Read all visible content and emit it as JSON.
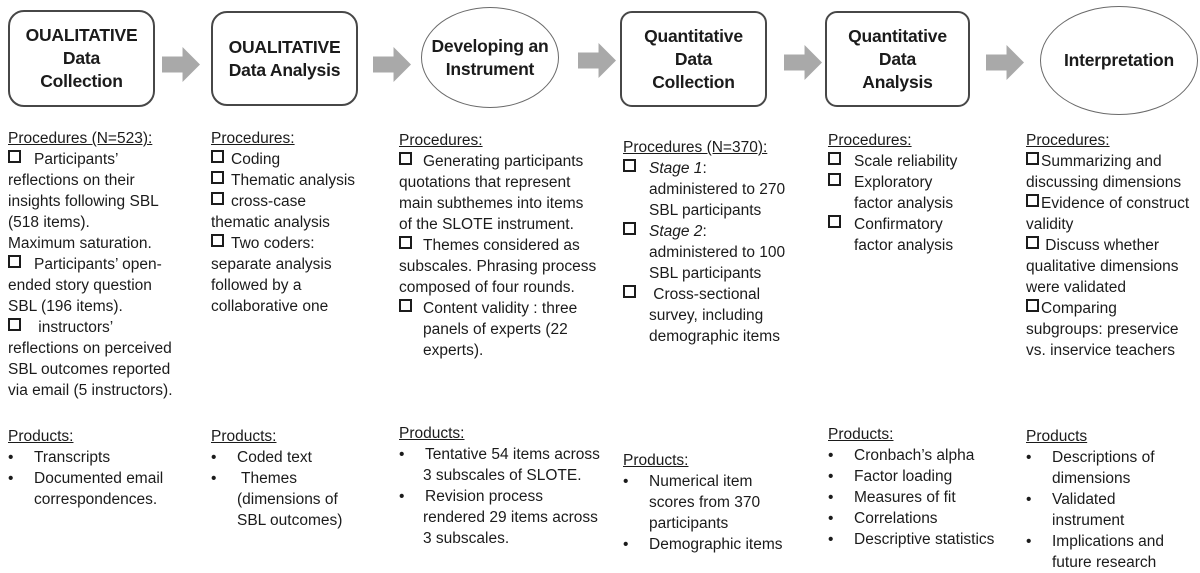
{
  "colors": {
    "arrow_gray": "#a9a9a9",
    "rect_border": "#474747",
    "ellipse_border": "#6a6a6a",
    "text": "#1b1b1b"
  },
  "stages": [
    {
      "title": "OUALITATIVE\nData\nCollection",
      "shape": "rounded-rect"
    },
    {
      "title": "OUALITATIVE\nData Analysis",
      "shape": "rounded-rect"
    },
    {
      "title": "Developing an\nInstrument",
      "shape": "ellipse"
    },
    {
      "title": "Quantitative\nData\nCollection",
      "shape": "rounded-rect"
    },
    {
      "title": "Quantitative\nData\nAnalysis",
      "shape": "rounded-rect"
    },
    {
      "title": "Interpretation",
      "shape": "ellipse"
    }
  ],
  "columns": [
    {
      "procedures": {
        "heading": "Procedures (N=523):",
        "items": [
          "Participants’\nreflections on their\ninsights following SBL\n(518 items).\nMaximum saturation.",
          "Participants’ open-\nended story question\nSBL (196 items).",
          " instructors’\nreflections on perceived\nSBL outcomes reported\nvia email (5 instructors)."
        ]
      },
      "products": {
        "heading": "Products:",
        "items": [
          "Transcripts",
          "Documented email\ncorrespondences."
        ]
      }
    },
    {
      "procedures": {
        "heading": "Procedures:",
        "items": [
          "Coding",
          "Thematic analysis",
          "cross-case\nthematic analysis",
          "Two coders:\nseparate analysis\nfollowed by a\ncollaborative one"
        ]
      },
      "products": {
        "heading": "Products:",
        "items": [
          "Coded text",
          " Themes\n(dimensions of\nSBL outcomes)"
        ]
      }
    },
    {
      "procedures": {
        "heading": "Procedures:",
        "items": [
          "Generating participants\nquotations that represent\nmain subthemes into items\nof the SLOTE instrument.",
          "Themes considered as\nsubscales. Phrasing process\ncomposed of four rounds.",
          "Content validity : three\npanels of experts (22\nexperts)."
        ]
      },
      "products": {
        "heading": "Products:",
        "items": [
          "Tentative 54 items across\n3 subscales of SLOTE.",
          "Revision process\nrendered 29 items across\n3 subscales."
        ]
      }
    },
    {
      "procedures": {
        "heading": "Procedures (N=370):",
        "items_rich": [
          {
            "italic": "Stage 1",
            "rest": ":\nadministered to 270\nSBL participants"
          },
          {
            "italic": "Stage 2",
            "rest": ":\nadministered to 100\nSBL participants"
          },
          {
            "italic": "",
            "rest": " Cross-sectional\nsurvey, including\ndemographic items"
          }
        ]
      },
      "products": {
        "heading": "Products:",
        "items": [
          "Numerical item\nscores from 370\nparticipants",
          "Demographic items"
        ]
      }
    },
    {
      "procedures": {
        "heading": "Procedures:",
        "items": [
          "Scale reliability",
          "Exploratory\nfactor analysis",
          "Confirmatory\nfactor analysis"
        ]
      },
      "products": {
        "heading": "Products:",
        "items": [
          "Cronbach’s alpha",
          "Factor loading",
          "Measures of fit",
          "Correlations",
          "Descriptive statistics"
        ]
      }
    },
    {
      "procedures": {
        "heading": "Procedures:",
        "items": [
          "Summarizing and\ndiscussing dimensions",
          "Evidence of construct\nvalidity",
          " Discuss whether\nqualitative dimensions\nwere validated",
          "Comparing\nsubgroups: preservice\nvs. inservice teachers"
        ]
      },
      "products": {
        "heading": "Products",
        "items": [
          "Descriptions of\ndimensions",
          "Validated\ninstrument",
          "Implications and\nfuture research"
        ]
      }
    }
  ]
}
